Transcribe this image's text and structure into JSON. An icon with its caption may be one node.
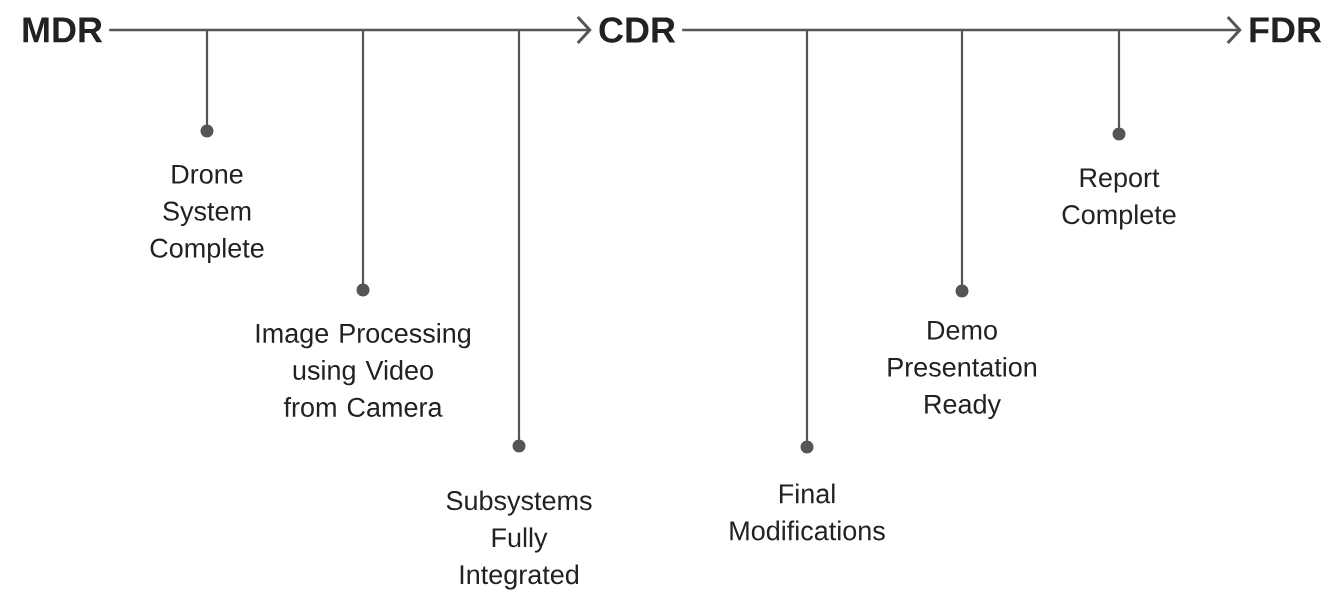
{
  "diagram": {
    "nodes": [
      {
        "text": [
          "MDR"
        ]
      },
      {
        "text": [
          "CDR"
        ]
      },
      {
        "text": [
          "FDR"
        ]
      },
      {
        "text": [
          "Drone System Complete"
        ]
      },
      {
        "text": [
          "Image Processing using Video from Camera"
        ]
      },
      {
        "text": [
          "Subsystems Fully Integrated"
        ]
      },
      {
        "text": [
          "Final Modifications"
        ]
      },
      {
        "text": [
          "Demo Presentation Ready"
        ]
      },
      {
        "text": [
          "Report Complete"
        ]
      }
    ],
    "edges": [
      {
        "from": 0,
        "to": 1,
        "arrow": "to"
      },
      {
        "from": 1,
        "to": 2,
        "arrow": "to"
      }
    ]
  }
}
